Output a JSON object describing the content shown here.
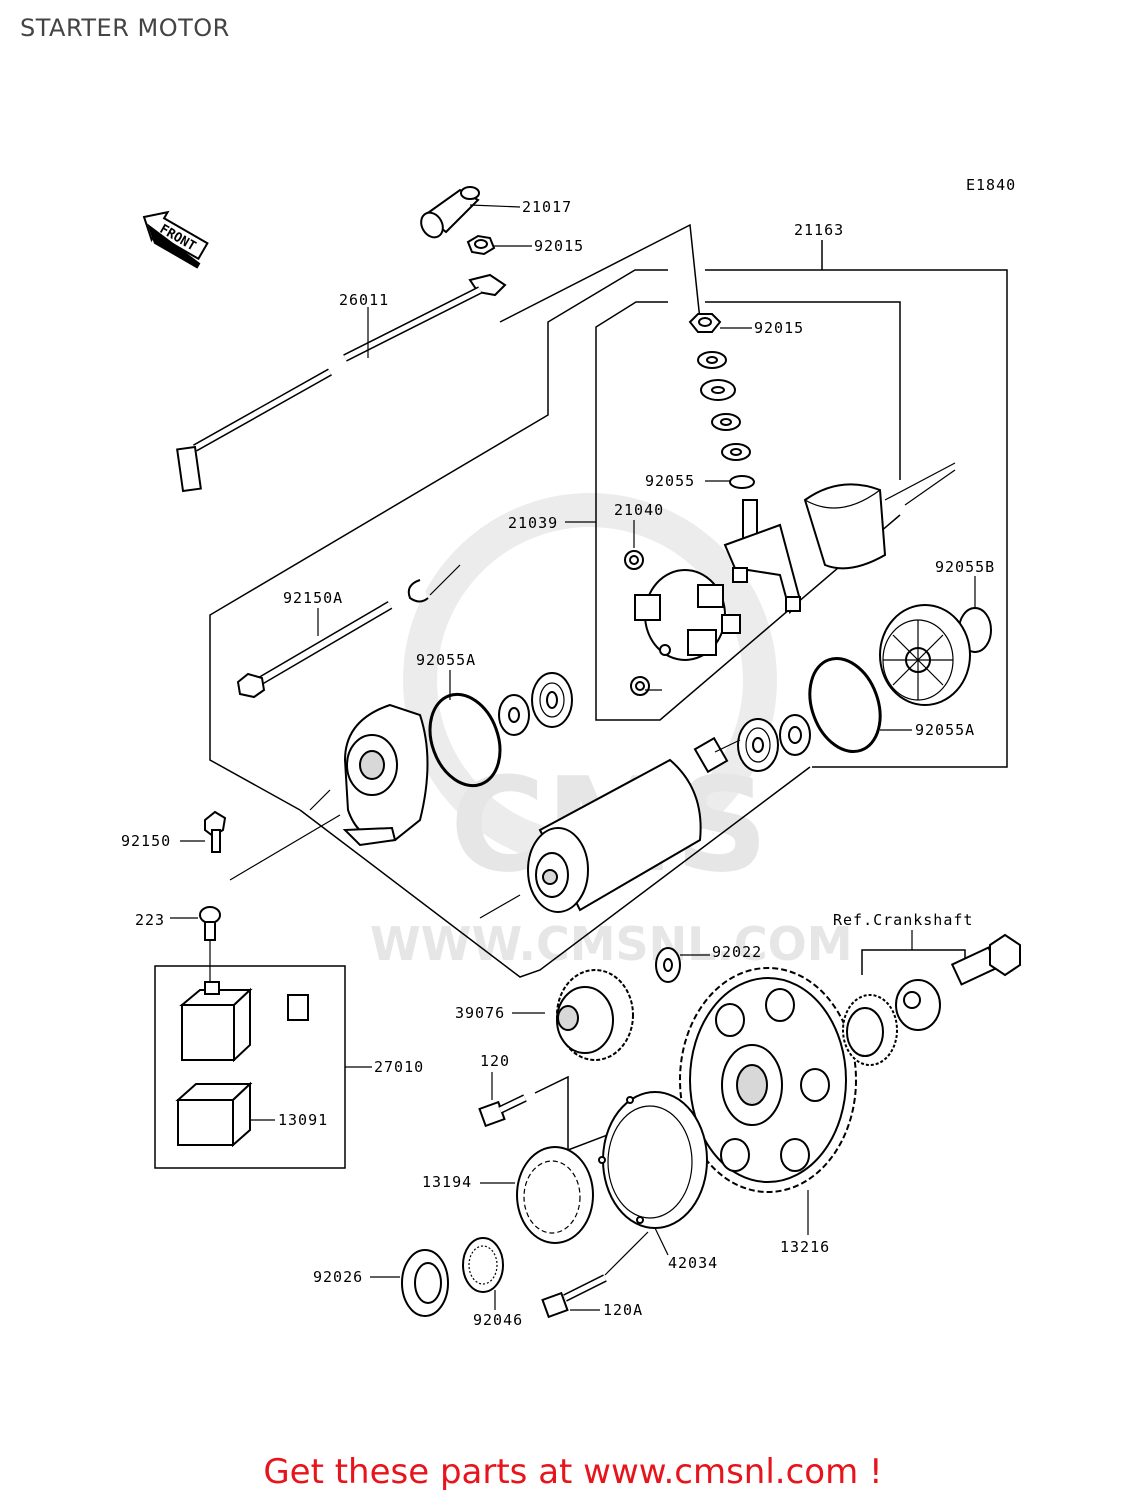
{
  "title": "STARTER MOTOR",
  "diagram_code": "E1840",
  "front_label": "FRONT",
  "watermark": {
    "brand": "CMS",
    "url": "WWW.CMSNL.COM"
  },
  "parts": {
    "p21017": "21017",
    "p92015a": "92015",
    "p21163": "21163",
    "p26011": "26011",
    "p92015b": "92015",
    "p92055": "92055",
    "p21039": "21039",
    "p21040": "21040",
    "p92055B": "92055B",
    "p92150A": "92150A",
    "p92055Aa": "92055A",
    "p92055Ab": "92055A",
    "p92150": "92150",
    "p223": "223",
    "p92022": "92022",
    "pRef": "Ref.Crankshaft",
    "p39076": "39076",
    "p27010": "27010",
    "p120": "120",
    "p13091": "13091",
    "p13194": "13194",
    "p42034": "42034",
    "p13216": "13216",
    "p92026": "92026",
    "p92046": "92046",
    "p120A": "120A"
  },
  "footer": "Get these parts at www.cmsnl.com !"
}
